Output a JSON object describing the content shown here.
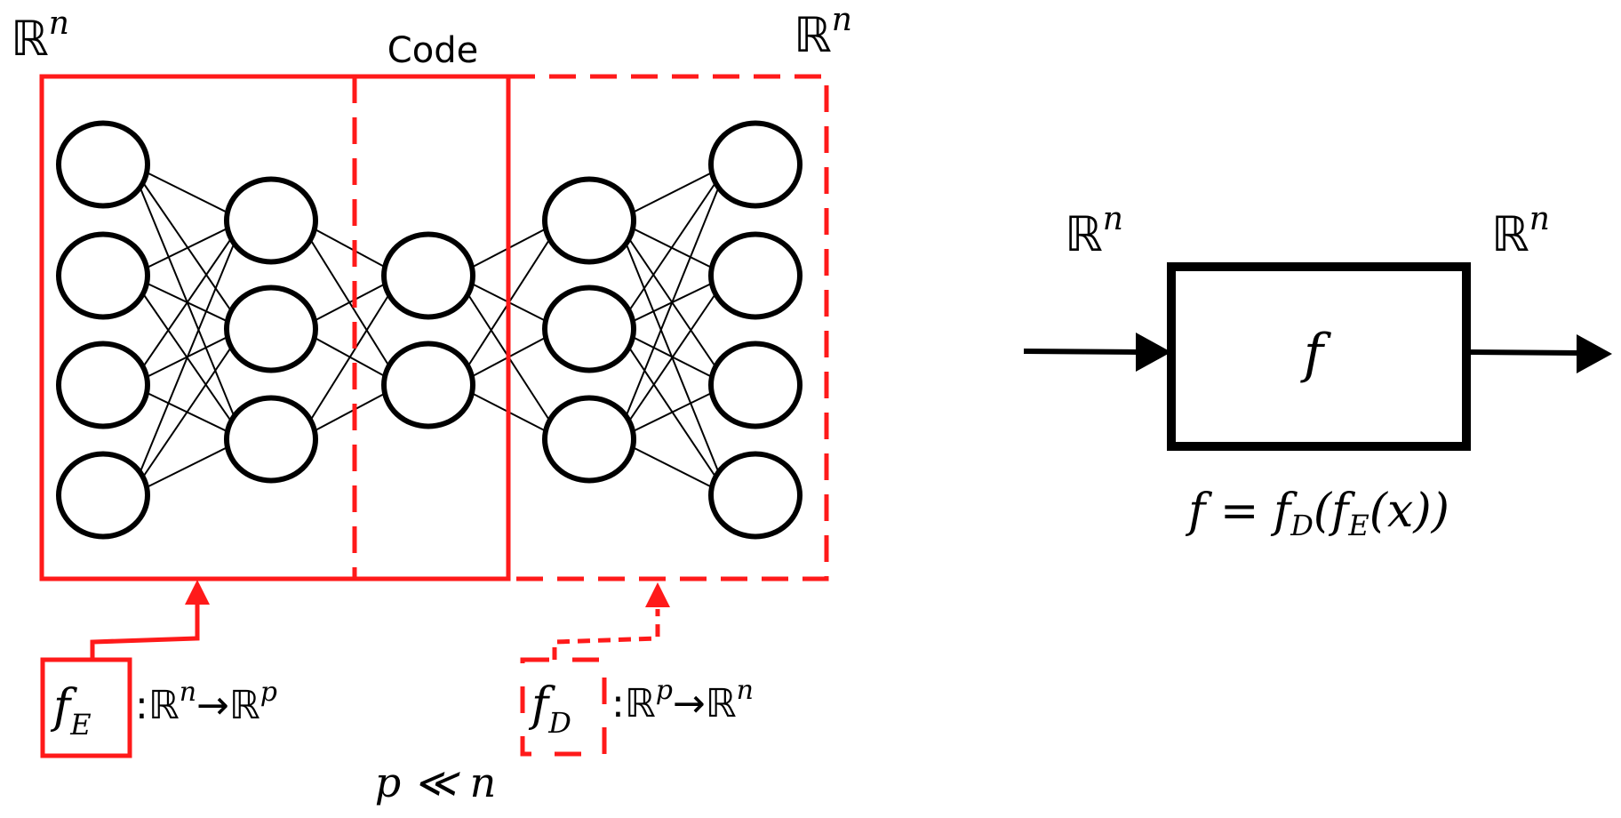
{
  "autoencoder": {
    "input_space_label": "ℝ",
    "input_space_exp": "n",
    "output_space_label": "ℝ",
    "output_space_exp": "n",
    "code_label": "Code",
    "layers": [
      4,
      3,
      2,
      3,
      4
    ],
    "encoder": {
      "name": "f",
      "sub": "E",
      "map_from": "ℝ",
      "map_from_exp": "n",
      "arrow": "→",
      "map_to": "ℝ",
      "map_to_exp": "p"
    },
    "decoder": {
      "name": "f",
      "sub": "D",
      "map_from": "ℝ",
      "map_from_exp": "p",
      "arrow": "→",
      "map_to": "ℝ",
      "map_to_exp": "n"
    },
    "constraint": "p ≪ n"
  },
  "function_block": {
    "input_label": "ℝ",
    "input_exp": "n",
    "output_label": "ℝ",
    "output_exp": "n",
    "box_label": "f",
    "equation": "f = f_D(f_E(x))"
  },
  "colors": {
    "encoder_frame": "#ff1a1a",
    "decoder_frame": "#ff1a1a",
    "neurons": "#000000",
    "background": "#ffffff"
  }
}
